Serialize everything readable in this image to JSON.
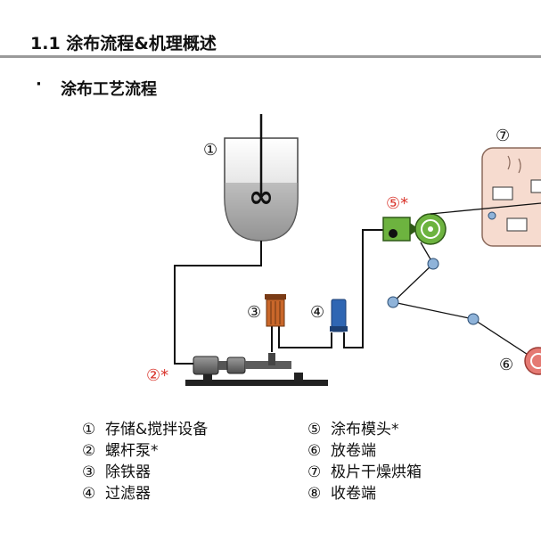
{
  "slide": {
    "title": "1.1 涂布流程&机理概述",
    "bullet": "·",
    "section_title": "涂布工艺流程"
  },
  "diagram": {
    "callouts": {
      "c1": "①",
      "c2": "②*",
      "c3": "③",
      "c4": "④",
      "c5": "⑤*",
      "c6": "⑥",
      "c7": "⑦"
    },
    "mixer_symbol": "∞",
    "colors": {
      "line": "#111111",
      "highlight_red": "#d9342b",
      "oven_fill": "#f6dbcf",
      "roller_blue": "#8fb3d9",
      "filter_blue": "#2f66b3",
      "die_green": "#6db33f",
      "iron_remover": "#c9672a",
      "unwinder_red": "#e57a73",
      "pump_gray": "#6f6f6f"
    }
  },
  "legend": {
    "left": [
      {
        "num": "①",
        "label": "存储&搅拌设备"
      },
      {
        "num": "②",
        "label": "螺杆泵*"
      },
      {
        "num": "③",
        "label": "除铁器"
      },
      {
        "num": "④",
        "label": "过滤器"
      }
    ],
    "right": [
      {
        "num": "⑤",
        "label": "涂布模头*"
      },
      {
        "num": "⑥",
        "label": "放卷端"
      },
      {
        "num": "⑦",
        "label": "极片干燥烘箱"
      },
      {
        "num": "⑧",
        "label": "收卷端"
      }
    ]
  }
}
